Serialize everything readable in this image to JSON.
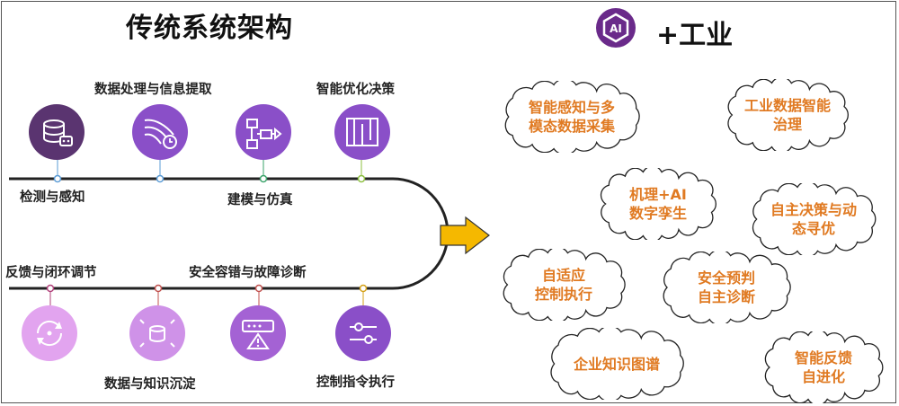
{
  "left_title": "传统系统架构",
  "ai_badge": "AI",
  "right_title": "+工业",
  "pipeline": {
    "top_labels": {
      "data_processing": "数据处理与信息提取",
      "smart_optimization": "智能优化决策",
      "detection": "检测与感知",
      "modeling": "建模与仿真"
    },
    "bottom_labels": {
      "feedback": "反馈与闭环调节",
      "fault_diagnosis": "安全容错与故障诊断",
      "knowledge": "数据与知识沉淀",
      "control": "控制指令执行"
    }
  },
  "clouds": [
    {
      "text": "智能感知与多\n模态数据采集"
    },
    {
      "text": "工业数据智能\n治理"
    },
    {
      "text": "机理+AI\n数字孪生"
    },
    {
      "text": "自主决策与动\n态寻优"
    },
    {
      "text": "自适应\n控制执行"
    },
    {
      "text": "安全预判\n自主诊断"
    },
    {
      "text": "企业知识图谱"
    },
    {
      "text": "智能反馈\n自进化"
    }
  ],
  "colors": {
    "icon_dark": "#5a3470",
    "icon_purple": "#8a4fc8",
    "icon_light": "#cf92e8",
    "cloud_text": "#e07a22",
    "arrow": "#f5b800"
  }
}
